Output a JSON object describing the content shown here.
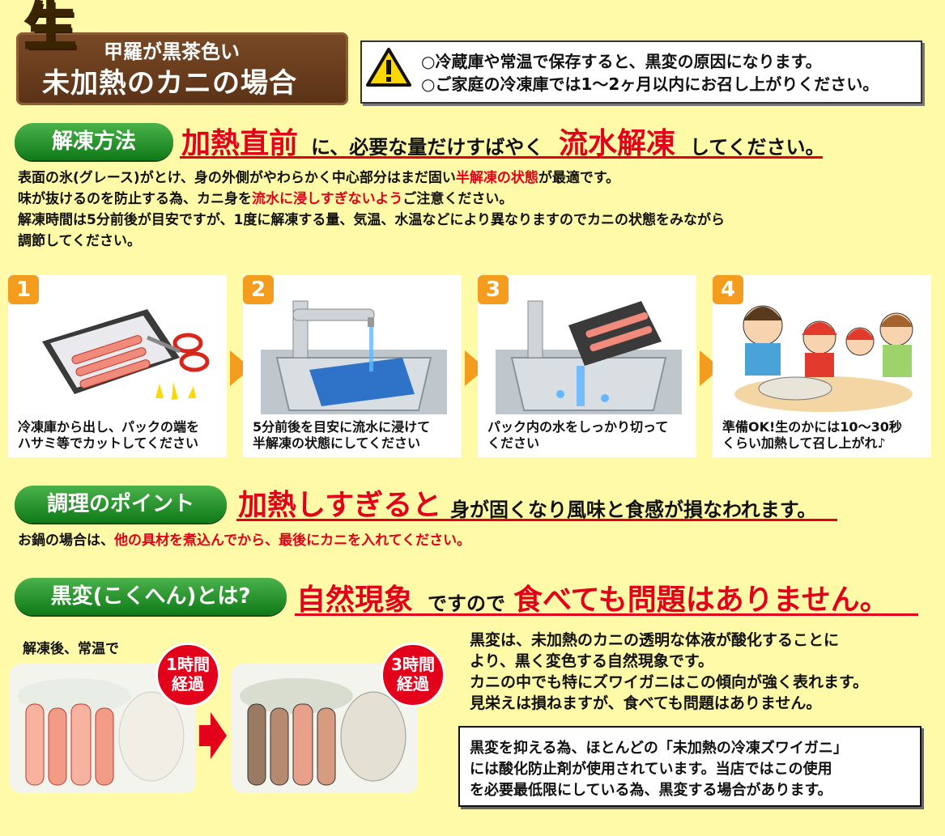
{
  "header": {
    "nama_char": "生",
    "subtitle": "甲羅が黒茶色い",
    "title": "未加熱のカニの場合"
  },
  "warning": {
    "line1": "○冷蔵庫や常温で保存すると、黒変の原因になります。",
    "line2": "○ご家庭の冷凍庫では1〜2ヶ月以内にお召し上がりください。"
  },
  "thaw": {
    "pill": "解凍方法",
    "h_red1": "加熱直前",
    "h_blk1": "に、必要な量だけすばやく",
    "h_red2": "流水解凍",
    "h_blk2": "してください。",
    "p1a": "表面の氷(グレース)がとけ、身の外側がやわらかく中心部分はまだ固い",
    "p1b": "半解凍の状態",
    "p1c": "が最適です。",
    "p2a": "味が抜けるのを防止する為、カニ身を",
    "p2b": "流水に浸しすぎないよう",
    "p2c": "ご注意ください。",
    "p3": "解凍時間は5分前後が目安ですが、1度に解凍する量、気温、水温などにより異なりますのでカニの状態をみながら",
    "p4": "調節してください。"
  },
  "steps": [
    {
      "num": "1",
      "line1": "冷凍庫から出し、パックの端を",
      "line2": "ハサミ等でカットしてください"
    },
    {
      "num": "2",
      "line1": "5分前後を目安に流水に浸けて",
      "line2": "半解凍の状態にしてください"
    },
    {
      "num": "3",
      "line1": "パック内の水をしっかり切って",
      "line2": "ください"
    },
    {
      "num": "4",
      "line1": "準備OK!生のかには10〜30秒",
      "line2": "くらい加熱して召し上がれ♪"
    }
  ],
  "cooking": {
    "pill": "調理のポイント",
    "h_red": "加熱しすぎると",
    "h_blk": "身が固くなり風味と食感が損なわれます。",
    "p_a": "お鍋の場合は、",
    "p_b": "他の具材を煮込んでから、最後にカニを入れてください。"
  },
  "blackening": {
    "pill": "黒変(こくへん)とは?",
    "h_red1": "自然現象",
    "h_blk": "ですので",
    "h_red2": "食べても問題はありません。",
    "photo_label": "解凍後、常温で",
    "badge1_l1": "1時間",
    "badge1_l2": "経過",
    "badge2_l1": "3時間",
    "badge2_l2": "経過",
    "desc1": "黒変は、未加熱のカニの透明な体液が酸化することに",
    "desc2": "より、黒く変色する自然現象です。",
    "desc3": "カニの中でも特にズワイガニはこの傾向が強く表れます。",
    "desc4": "見栄えは損ねますが、食べても問題はありません。",
    "note1": "黒変を抑える為、ほとんどの「未加熱の冷凍ズワイガニ」",
    "note2": "には酸化防止剤が使用されています。当店ではこの使用",
    "note3": "を必要最低限にしている為、黒変する場合があります。"
  },
  "colors": {
    "background": "#fffaa8",
    "accent_red": "#e2001a",
    "pill_green": "#169a23",
    "step_orange": "#f39c1d",
    "sign_brown": "#6b3e1e"
  }
}
